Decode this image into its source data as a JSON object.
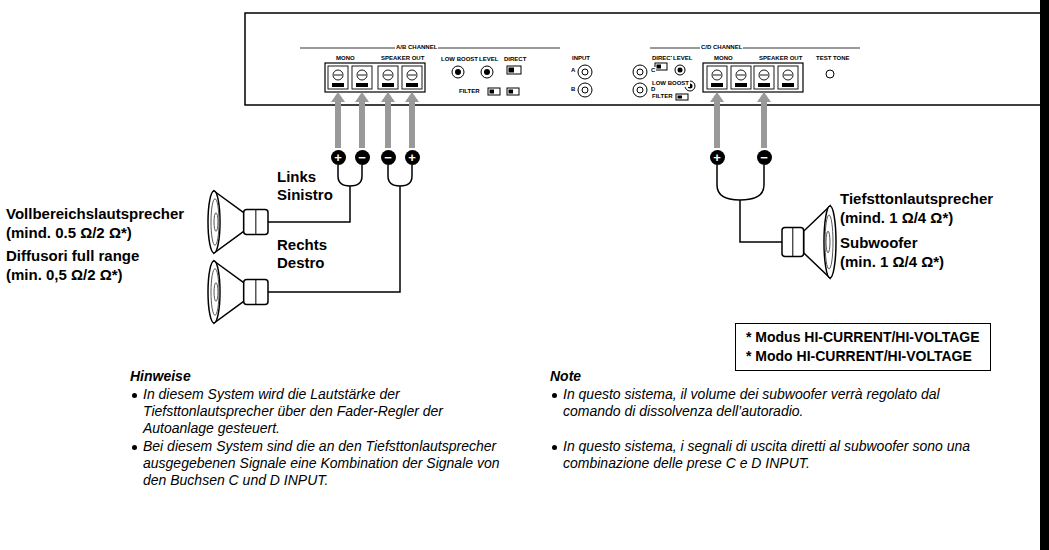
{
  "diagram": {
    "nodes": [
      {
        "text": [
          "* Modus HI-CURRENT/HI-VOLTAGE",
          "* Modo HI-CURRENT/HI-VOLTAGE"
        ]
      }
    ],
    "labels": [
      "Links",
      "Sinistro",
      "Rechts",
      "Destro",
      "Vollbereichslautsprecher",
      "(mind. 0.5 Ω/2 Ω*)",
      "Diffusori full range",
      "(min. 0,5 Ω/2 Ω*)",
      "Tiefsttonlautsprecher",
      "(mind. 1 Ω/4 Ω*)",
      "Subwoofer",
      "(min. 1 Ω/4 Ω*)",
      "Hinweise",
      "In diesem System wird die Lautstärke der Tiefsttonlautsprecher über den Fader-Regler der Autoanlage gesteuert.",
      "Bei diesem System sind die an den Tiefsttonlautsprecher ausgegebenen Signale eine Kombination der Signale von den Buchsen C und D INPUT.",
      "Note",
      "In questo sistema, il volume dei subwoofer verrà regolato dal comando di dissolvenza dell’autoradio.",
      "In questo sistema, i segnali di uscita diretti al subwoofer sono una combinazione delle prese C e D INPUT.",
      "+",
      "−",
      "−",
      "+",
      "+",
      "−",
      "A/B CHANNEL",
      "MONO",
      "SPEAKER OUT",
      "LOW BOOST",
      "LEVEL",
      "DIRECT",
      "FILTER",
      "INPUT",
      "C/D CHANNEL",
      "MONO",
      "SPEAKER OUT",
      "DIRECT",
      "LEVEL",
      "LOW BOOST",
      "FILTER",
      "TEST TONE",
      "A",
      "B",
      "C",
      "D"
    ]
  }
}
